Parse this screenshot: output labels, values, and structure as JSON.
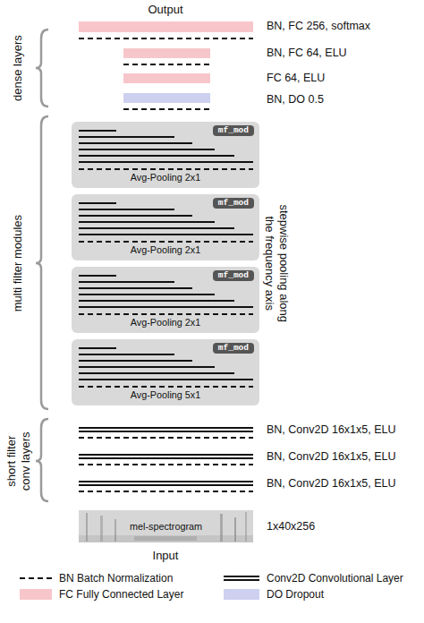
{
  "diagram": {
    "nodes": [
      {
        "text": [
          "Avg-Pooling 2x1"
        ]
      },
      {
        "text": [
          "mf_mod"
        ],
        "in": 0
      },
      {
        "text": [
          "Avg-Pooling 2x1"
        ]
      },
      {
        "text": [
          "mf_mod"
        ],
        "in": 2
      },
      {
        "text": [
          "Avg-Pooling 2x1"
        ]
      },
      {
        "text": [
          "mf_mod"
        ],
        "in": 4
      },
      {
        "text": [
          "Avg-Pooling 5x1"
        ]
      },
      {
        "text": [
          "mf_mod"
        ],
        "in": 6
      },
      {
        "text": [
          "mel-spectrogram"
        ]
      }
    ],
    "labels": [
      "Output",
      "dense layers",
      "BN, FC 256, softmax",
      "BN, FC 64, ELU",
      "FC 64, ELU",
      "BN, DO 0.5",
      "multi filter modules",
      "stepwise pooling along the frequency axis",
      "short filter conv layers",
      "BN, Conv2D 16x1x5, ELU",
      "BN, Conv2D 16x1x5, ELU",
      "BN, Conv2D 16x1x5, ELU",
      "1x40x256",
      "Input"
    ],
    "legend": [
      {
        "text": "BN Batch Normalization"
      },
      {
        "text": "Conv2D Convolutional Layer"
      },
      {
        "text": "FC Fully Connected Layer",
        "color": "#f7c6cb"
      },
      {
        "text": "DO Dropout",
        "color": "#cdd0ef"
      }
    ]
  }
}
